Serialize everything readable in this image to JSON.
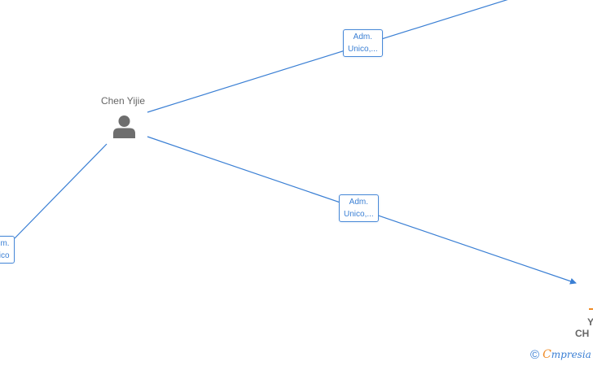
{
  "nodes": {
    "person": {
      "name": "Chen Yijie",
      "icon": "person-icon"
    },
    "company_bottom_right": {
      "name_line1": "Y",
      "name_line2": "CH"
    }
  },
  "edges": {
    "top": {
      "line1": "Adm.",
      "line2": "Unico,..."
    },
    "middle": {
      "line1": "Adm.",
      "line2": "Unico,..."
    },
    "left": {
      "line1": "Adm.",
      "line2": "Unico"
    }
  },
  "watermark": {
    "copyright": "©",
    "brand_e": "C",
    "brand_rest": "mpresia"
  },
  "colors": {
    "edge": "#3a7fd4",
    "node_text": "#666666",
    "brand_accent": "#f08a24"
  }
}
